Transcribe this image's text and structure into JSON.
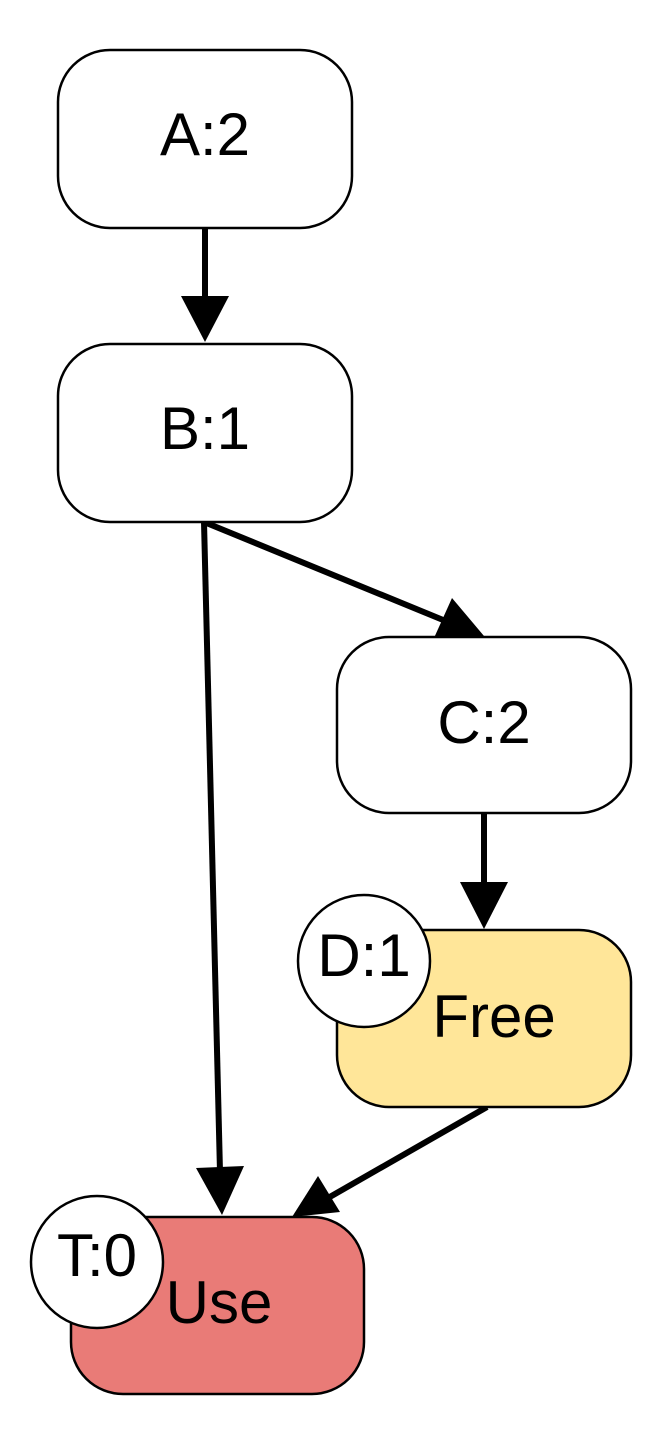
{
  "nodes": {
    "a": {
      "label": "A:2"
    },
    "b": {
      "label": "B:1"
    },
    "c": {
      "label": "C:2"
    },
    "d": {
      "badge": "D:1",
      "label": "Free",
      "fill": "#FFE699"
    },
    "t": {
      "badge": "T:0",
      "label": "Use",
      "fill": "#E97B77"
    }
  },
  "colors": {
    "stroke": "#000000",
    "node_fill": "#FFFFFF"
  }
}
